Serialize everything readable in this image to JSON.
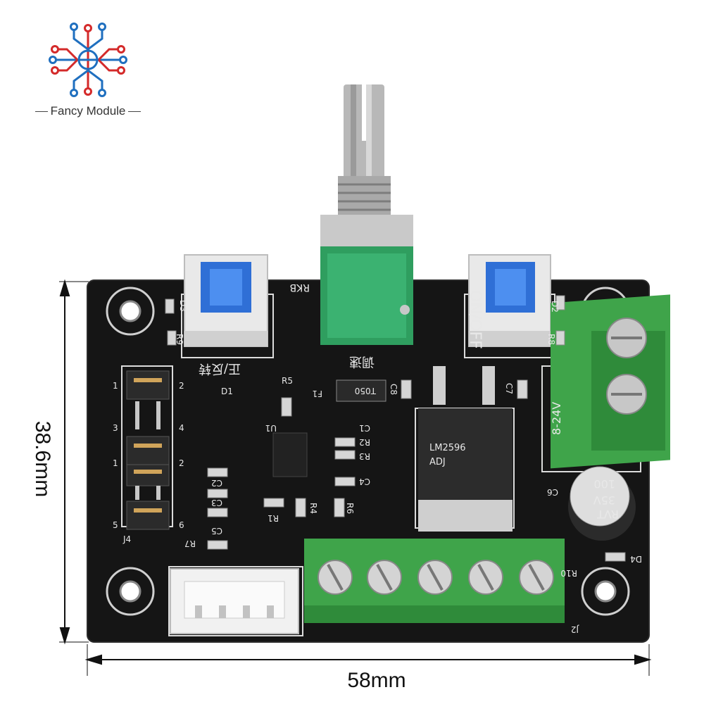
{
  "brand": {
    "name": "Fancy Module",
    "colors": {
      "red": "#d42a2a",
      "blue": "#1f6fbf",
      "pcb": "#141414",
      "terminal": "#3fa44a"
    }
  },
  "dimensions": {
    "width_label": "58mm",
    "height_label": "38.6mm"
  },
  "silkscreen": {
    "on_off": "ON/OFF",
    "rkb": "RKB",
    "speed": "调速",
    "direction": "正/反转",
    "r5": "R5",
    "d1": "D1",
    "f1": "F1",
    "t050": "T050",
    "u1": "U1",
    "c1": "C1",
    "r2": "R2",
    "r3": "R3",
    "c4": "C4",
    "c2": "C2",
    "c3": "C3",
    "c5": "C5",
    "r1": "R1",
    "r4": "R4",
    "r6": "R6",
    "r7": "R7",
    "j4": "J4",
    "j2": "J2",
    "r9": "R9",
    "r8": "R8",
    "d2": "D2",
    "d3": "D3",
    "d4": "D4",
    "r10": "R10",
    "c6": "C6",
    "c8": "C8",
    "c7": "C7",
    "v24": "8-24V",
    "cap_text": [
      "RVT",
      "35V",
      "100"
    ],
    "jumper_numbers": [
      "1",
      "2",
      "3",
      "4",
      "1",
      "2",
      "5",
      "6"
    ],
    "regulator_text": [
      "LM2596",
      "ADJ"
    ]
  }
}
